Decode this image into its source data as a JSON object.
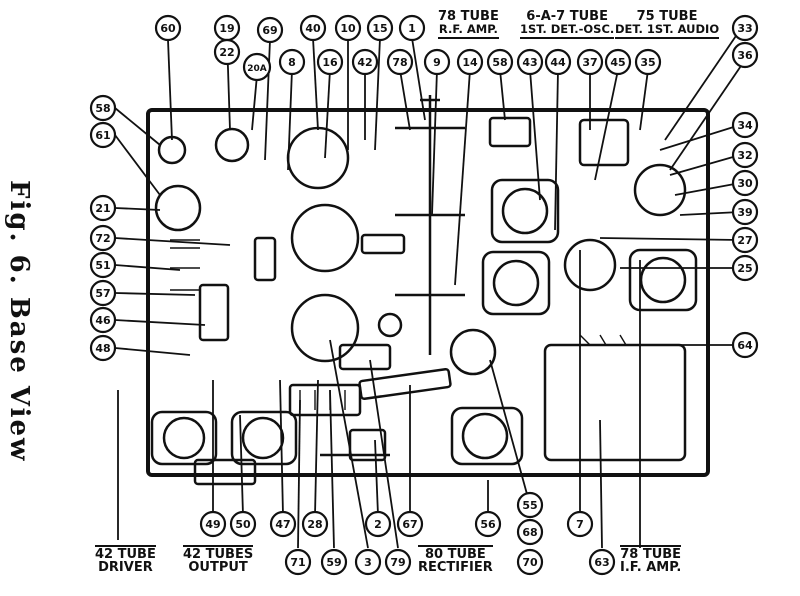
{
  "figure_caption": "Fig. 6. Base View",
  "tube_labels": [
    {
      "id": "rf",
      "line1": "78 TUBE",
      "line2": "R.F. AMP."
    },
    {
      "id": "det",
      "line1": "6-A-7 TUBE",
      "line2": "1ST. DET.-OSC."
    },
    {
      "id": "audio",
      "line1": "75 TUBE",
      "line2": "DET. 1ST. AUDIO"
    },
    {
      "id": "driver",
      "line1": "42 TUBE",
      "line2": "DRIVER"
    },
    {
      "id": "output",
      "line1": "42 TUBES",
      "line2": "OUTPUT"
    },
    {
      "id": "rect",
      "line1": "80 TUBE",
      "line2": "RECTIFIER"
    },
    {
      "id": "if",
      "line1": "78 TUBE",
      "line2": "I.F. AMP."
    }
  ],
  "callouts": [
    "60",
    "19",
    "22",
    "20A",
    "69",
    "40",
    "16",
    "10",
    "15",
    "42",
    "1",
    "78",
    "9",
    "14",
    "58",
    "43",
    "44",
    "37",
    "45",
    "35",
    "33",
    "36",
    "34",
    "32",
    "30",
    "39",
    "27",
    "25",
    "64",
    "58",
    "61",
    "21",
    "72",
    "51",
    "57",
    "46",
    "48",
    "49",
    "50",
    "47",
    "28",
    "71",
    "59",
    "3",
    "79",
    "2",
    "67",
    "55",
    "56",
    "68",
    "70",
    "7",
    "63",
    "8"
  ]
}
